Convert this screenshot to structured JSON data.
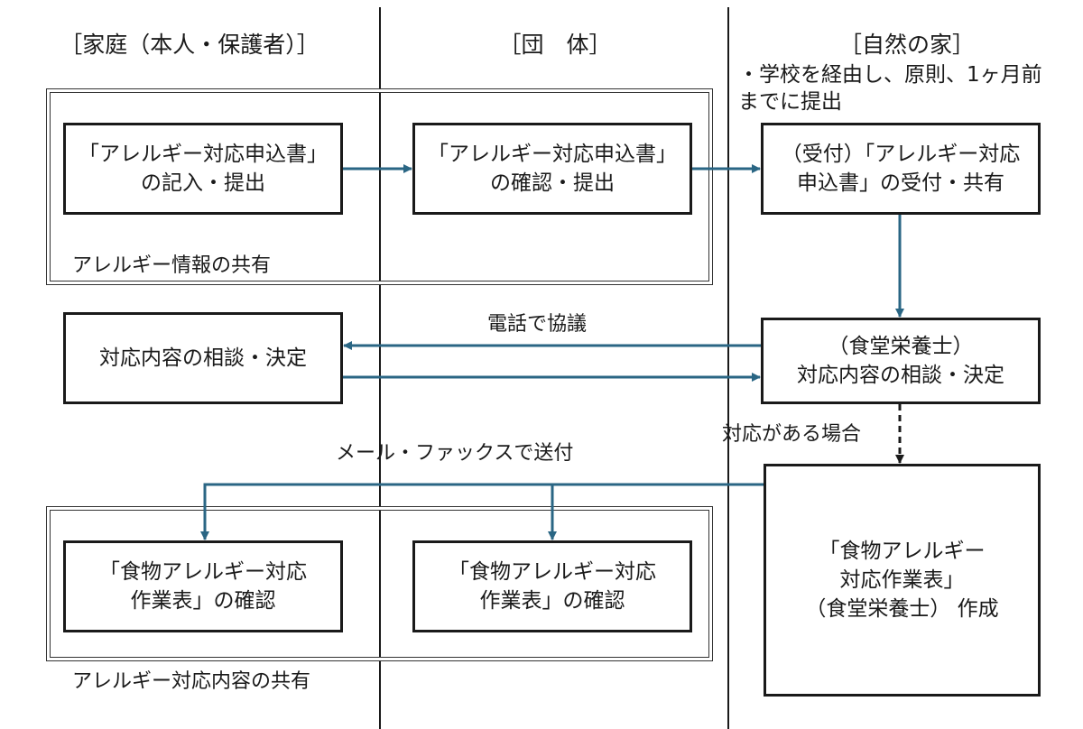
{
  "lanes": {
    "family": "［家庭（本人・保護者）］",
    "group": "［団　体］",
    "nature": "［自然の家］"
  },
  "notes": {
    "submission_line1": "・学校を経由し、原則、1ヶ月前",
    "submission_line2": "までに提出",
    "share_allergy": "アレルギー情報の共有",
    "phone": "電話で協議",
    "if_needed": "対応がある場合",
    "mail_fax": "メール・ファックスで送付",
    "share_response": "アレルギー対応内容の共有"
  },
  "boxes": {
    "family_fill": [
      "「アレルギー対応申込書」",
      "の記入・提出"
    ],
    "group_confirm": [
      "「アレルギー対応申込書」",
      "の確認・提出"
    ],
    "nature_receive": [
      "（受付）「アレルギー対応",
      "申込書」の受付・共有"
    ],
    "family_consult": [
      "対応内容の相談・決定"
    ],
    "nature_consult": [
      "（食堂栄養士）",
      "対応内容の相談・決定"
    ],
    "family_sheet": [
      "「食物アレルギー対応",
      "作業表」の確認"
    ],
    "group_sheet": [
      "「食物アレルギー対応",
      "作業表」の確認"
    ],
    "nature_sheet": [
      "「食物アレルギー",
      "対応作業表」",
      "（食堂栄養士） 作成"
    ]
  },
  "colors": {
    "arrow": "#2a6684",
    "line": "#1a1a1a"
  }
}
